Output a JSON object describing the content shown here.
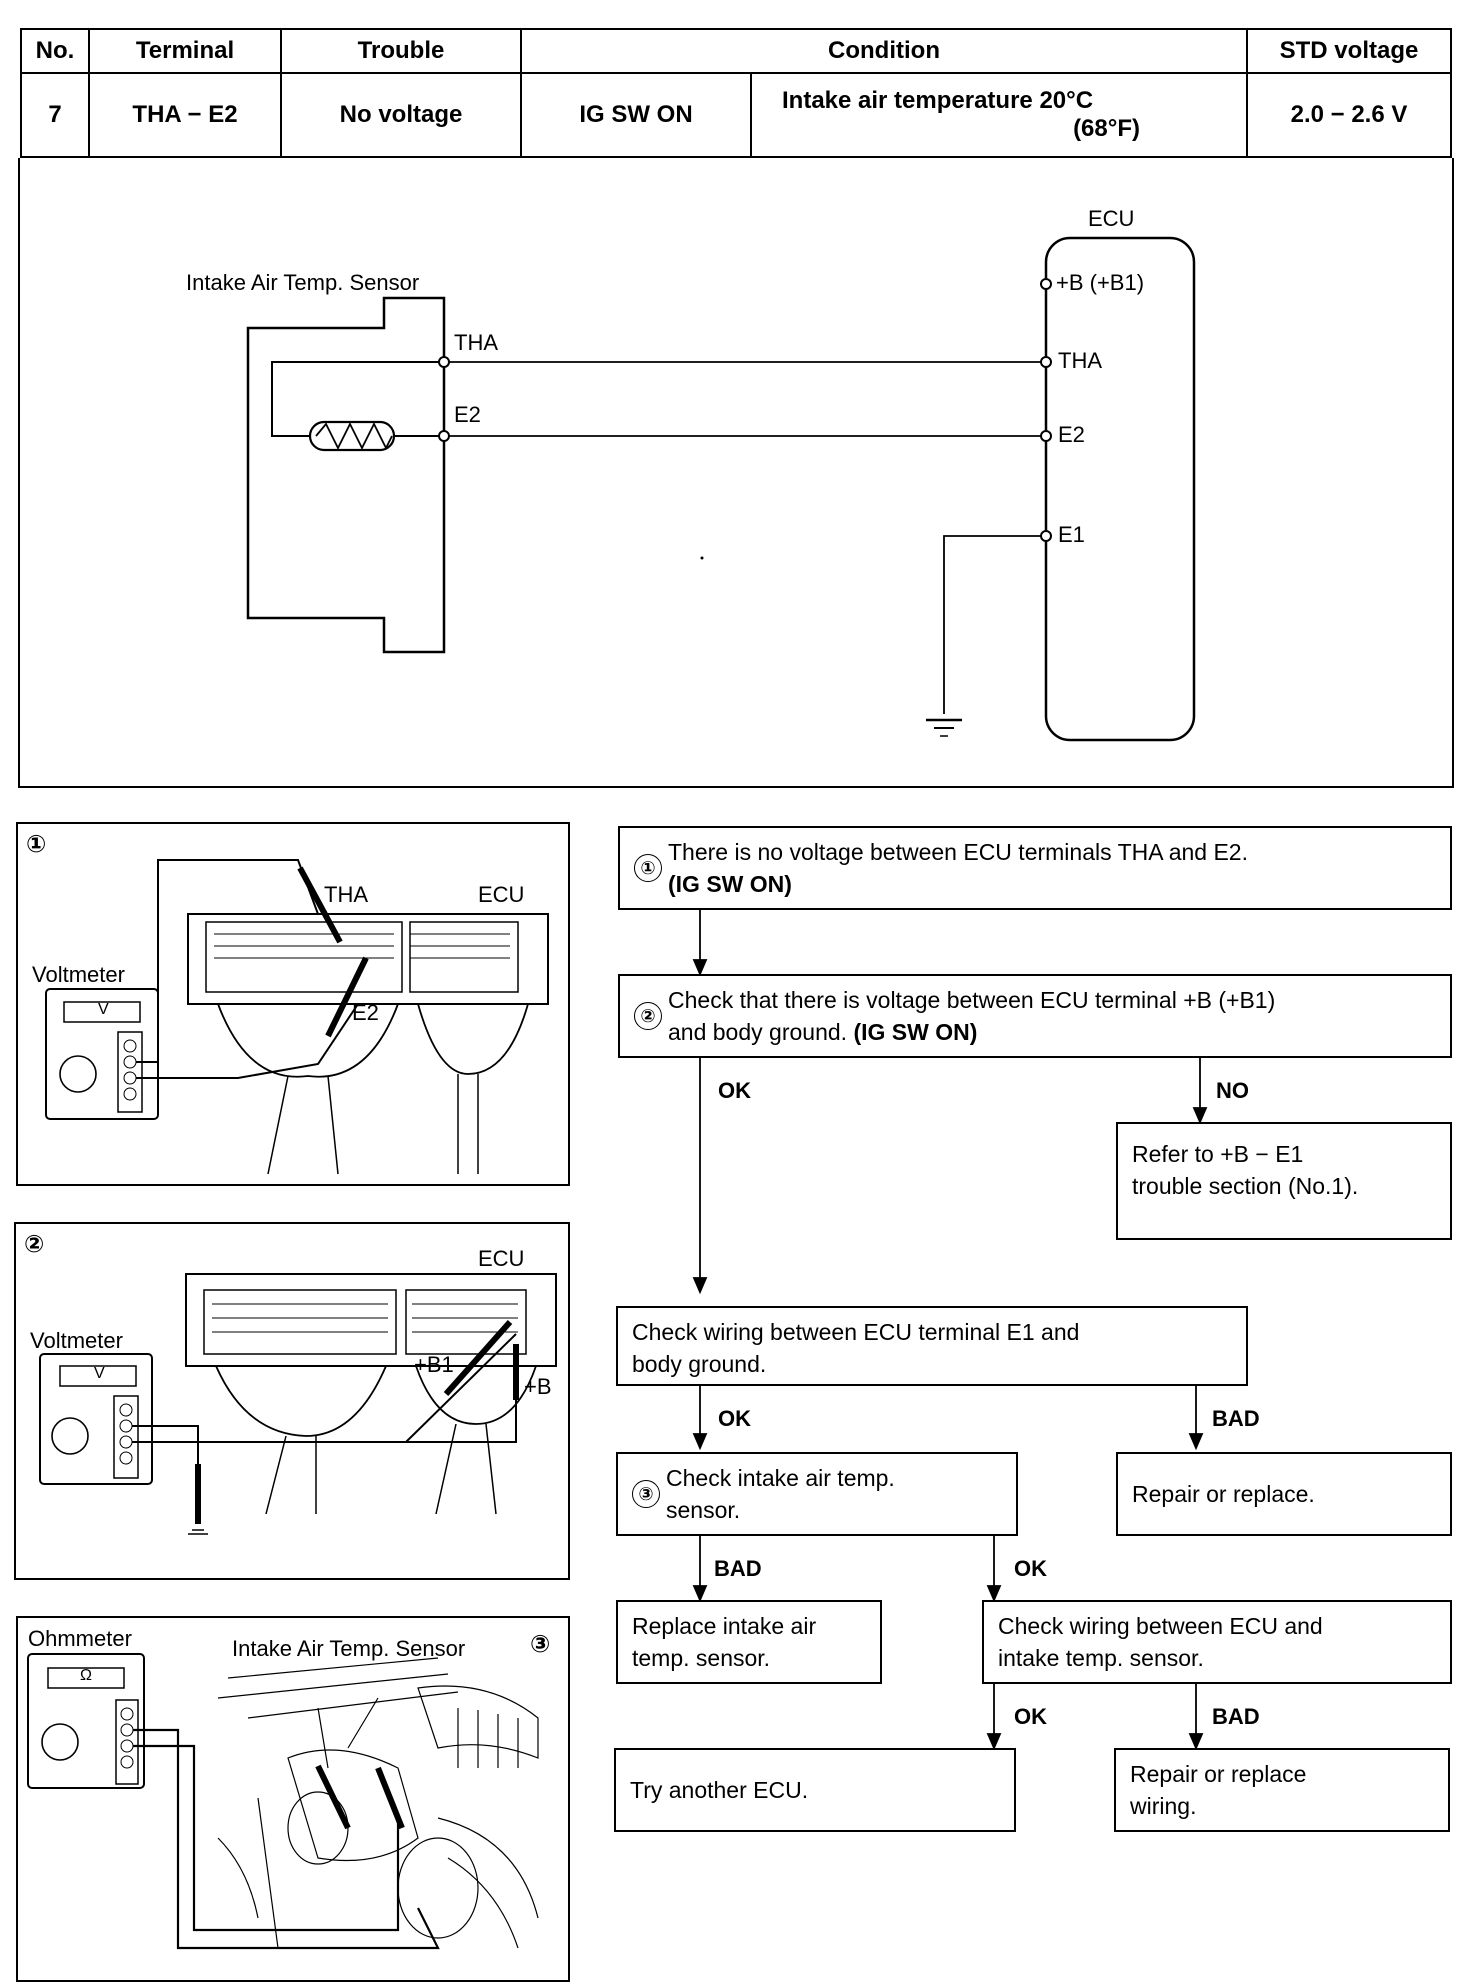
{
  "table": {
    "headers": [
      "No.",
      "Terminal",
      "Trouble",
      "Condition",
      "STD voltage"
    ],
    "row": {
      "no": "7",
      "terminal": "THA − E2",
      "trouble": "No voltage",
      "condition_sw": "IG SW ON",
      "condition_temp_line1": "Intake air temperature 20°C",
      "condition_temp_line2": "(68°F)",
      "std_voltage": "2.0 − 2.6 V"
    }
  },
  "circuit": {
    "ecu_label": "ECU",
    "sensor_label": "Intake Air Temp. Sensor",
    "sensor_tha": "THA",
    "sensor_e2": "E2",
    "ecu_b": "+B (+B1)",
    "ecu_tha": "THA",
    "ecu_e2": "E2",
    "ecu_e1": "E1"
  },
  "fig1": {
    "number": "①",
    "tha": "THA",
    "ecu": "ECU",
    "voltmeter": "Voltmeter",
    "meter_unit": "V",
    "e2": "E2"
  },
  "fig2": {
    "number": "②",
    "ecu": "ECU",
    "voltmeter": "Voltmeter",
    "meter_unit": "V",
    "b1": "+B1",
    "b": "+B"
  },
  "fig3": {
    "number": "③",
    "ohmmeter": "Ohmmeter",
    "meter_unit": "Ω",
    "sensor": "Intake Air Temp. Sensor"
  },
  "flow": {
    "step1_num": "①",
    "step1_text": "There is no voltage between ECU terminals THA and E2.",
    "step1_bold": "(IG SW ON)",
    "step2_num": "②",
    "step2_text1": "Check that there is voltage between ECU terminal +B (+B1)",
    "step2_text2": "and body ground.",
    "step2_bold": "(IG SW ON)",
    "ok1": "OK",
    "no1": "NO",
    "refer_line1": "Refer to +B − E1",
    "refer_line2": "trouble section (No.1).",
    "check_e1_line1": "Check wiring between ECU terminal E1 and",
    "check_e1_line2": "body ground.",
    "ok2": "OK",
    "bad2": "BAD",
    "repair_replace": "Repair or replace.",
    "step3_num": "③",
    "step3_line1": "Check intake air temp.",
    "step3_line2": "sensor.",
    "bad3": "BAD",
    "ok3": "OK",
    "replace_line1": "Replace intake air",
    "replace_line2": "temp. sensor.",
    "check_wiring_line1": "Check wiring between ECU and",
    "check_wiring_line2": "intake temp. sensor.",
    "ok4": "OK",
    "bad4": "BAD",
    "try_ecu": "Try another ECU.",
    "repair_wiring_line1": "Repair or replace",
    "repair_wiring_line2": "wiring."
  }
}
